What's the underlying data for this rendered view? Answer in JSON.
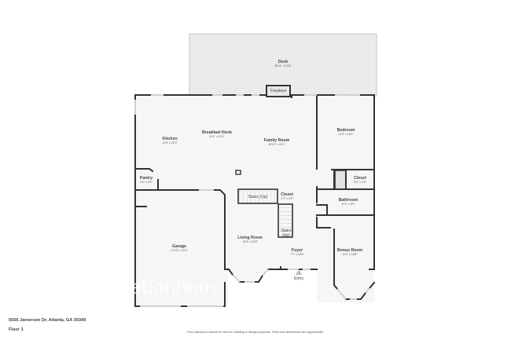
{
  "floor_plan": {
    "address": "5556 Jamerson Dr, Atlanta, GA 30349",
    "floor": "Floor 1",
    "disclaimer": "Floor plans/tour cannot be used for building or design purposes. Sizes and dimensions are approximate.",
    "watermark": "itationhom",
    "colors": {
      "wall": "#333333",
      "floor": "#f6f6f6",
      "deck": "#ececec",
      "window": "#d8d8d8"
    },
    "rooms": [
      {
        "id": "deck",
        "name": "Deck",
        "dims": "38'11\" x 12'6\""
      },
      {
        "id": "fireplace",
        "name": "Fireplace",
        "dims": ""
      },
      {
        "id": "kitchen",
        "name": "Kitchen",
        "dims": "13'6\" x 20'0\""
      },
      {
        "id": "breakfast-nook",
        "name": "Breakfast Nook",
        "dims": "6'11\" x 19'1\""
      },
      {
        "id": "family-room",
        "name": "Family Room",
        "dims": "15'10\" x 19'1\""
      },
      {
        "id": "bedroom",
        "name": "Bedroom",
        "dims": "11'9\" x 15'1\""
      },
      {
        "id": "closet-bedroom",
        "name": "Closet",
        "dims": "5'9\" x 2'8\""
      },
      {
        "id": "pantry",
        "name": "Pantry",
        "dims": "4'4\" x 4'0\""
      },
      {
        "id": "stairs-up-1",
        "name": "Stairs (Up)",
        "dims": ""
      },
      {
        "id": "closet-hall",
        "name": "Closet",
        "dims": "2'3\" x 2'9\""
      },
      {
        "id": "stairs-up-2",
        "name": "Stairs\n(Up)",
        "dims": ""
      },
      {
        "id": "bathroom",
        "name": "Bathroom",
        "dims": "11'9\" x 5'1\""
      },
      {
        "id": "garage",
        "name": "Garage",
        "dims": "17'10\" x 23'2\""
      },
      {
        "id": "living-room",
        "name": "Living Room",
        "dims": "10'9\" x 15'9\""
      },
      {
        "id": "foyer",
        "name": "Foyer",
        "dims": "7'7\" x 16'9\""
      },
      {
        "id": "bonus-room",
        "name": "Bonus Room",
        "dims": "11'9\" x 16'6\""
      }
    ],
    "entry_label": "Entry"
  }
}
